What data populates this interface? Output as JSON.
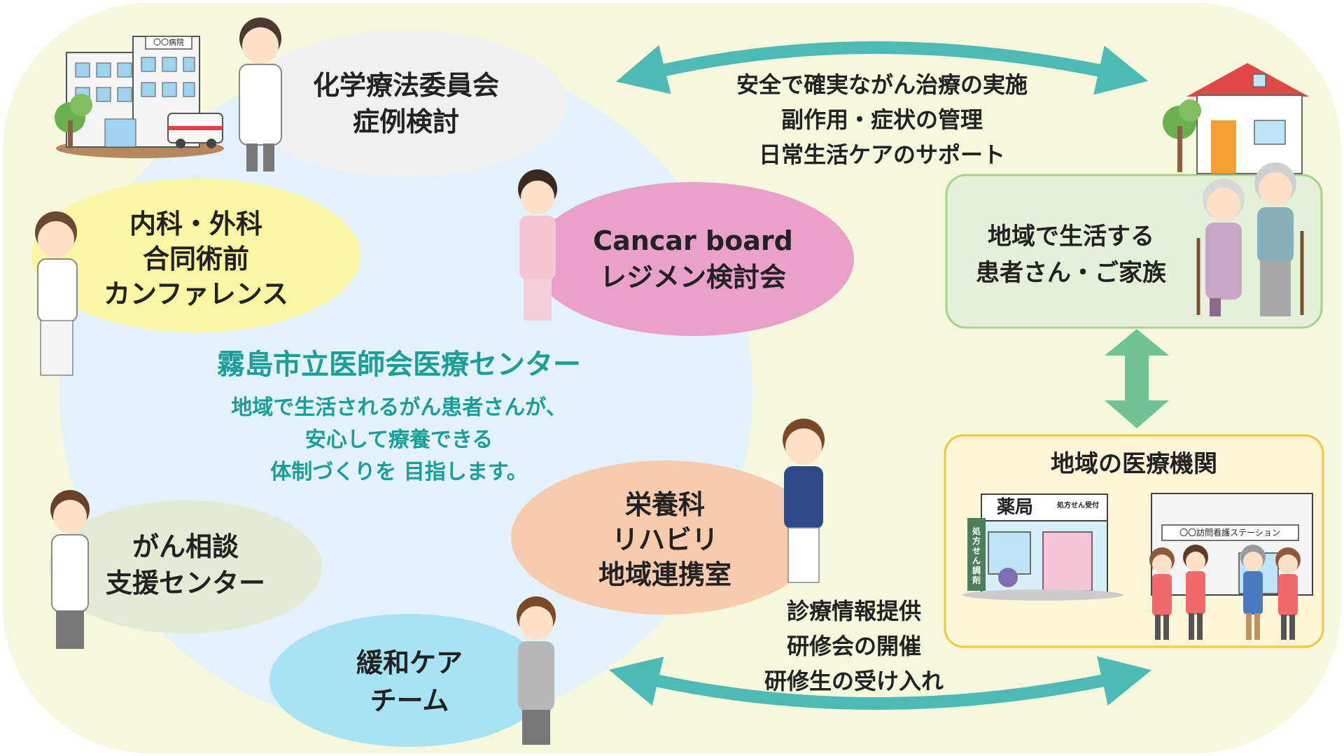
{
  "center": {
    "title": "霧島市立医師会医療センター",
    "mission": [
      "地域で生活されるがん患者さんが、",
      "安心して療養できる",
      "体制づくりを 目指します。"
    ]
  },
  "bubbles": {
    "chemo": [
      "化学療法委員会",
      "症例検討"
    ],
    "conference": [
      "内科・外科",
      "合同術前",
      "カンファレンス"
    ],
    "cancer_board": [
      "Cancar board",
      "レジメン検討会"
    ],
    "nutrition": [
      "栄養科",
      "リハビリ",
      "地域連携室"
    ],
    "consult": [
      "がん相談",
      "支援センター"
    ],
    "palliative": [
      "緩和ケア",
      "チーム"
    ]
  },
  "home_services": [
    "安全で確実ながん治療の実施",
    "副作用・症状の管理",
    "日常生活ケアのサポート"
  ],
  "patients_box": [
    "地域で生活する",
    "患者さん・ご家族"
  ],
  "clinic_services": [
    "診療情報提供",
    "研修会の開催",
    "研修生の受け入れ"
  ],
  "local_box": {
    "title": "地域の医療機関",
    "pharmacy_sign": "薬局",
    "pharmacy_small": "処方せん受付",
    "pharmacy_vertical": "処方せん調剤",
    "nursing_sign": "〇〇訪問看護ステーション"
  },
  "hospital_sign": "〇〇病院",
  "colors": {
    "outer_bg": "#f6f8de",
    "circle": "#e2f1fa",
    "chemo": "#f0f0f0",
    "conference": "#fbf6a3",
    "cancer_board": "#eaa1c9",
    "nutrition": "#f7cbad",
    "consult": "#e3ebd5",
    "palliative": "#a7e3f3",
    "patients_box": "#e5f0d8",
    "local_box": "#fdf6d9",
    "arrow_teal": "#4dbab4",
    "arrow_green": "#6fc394"
  }
}
